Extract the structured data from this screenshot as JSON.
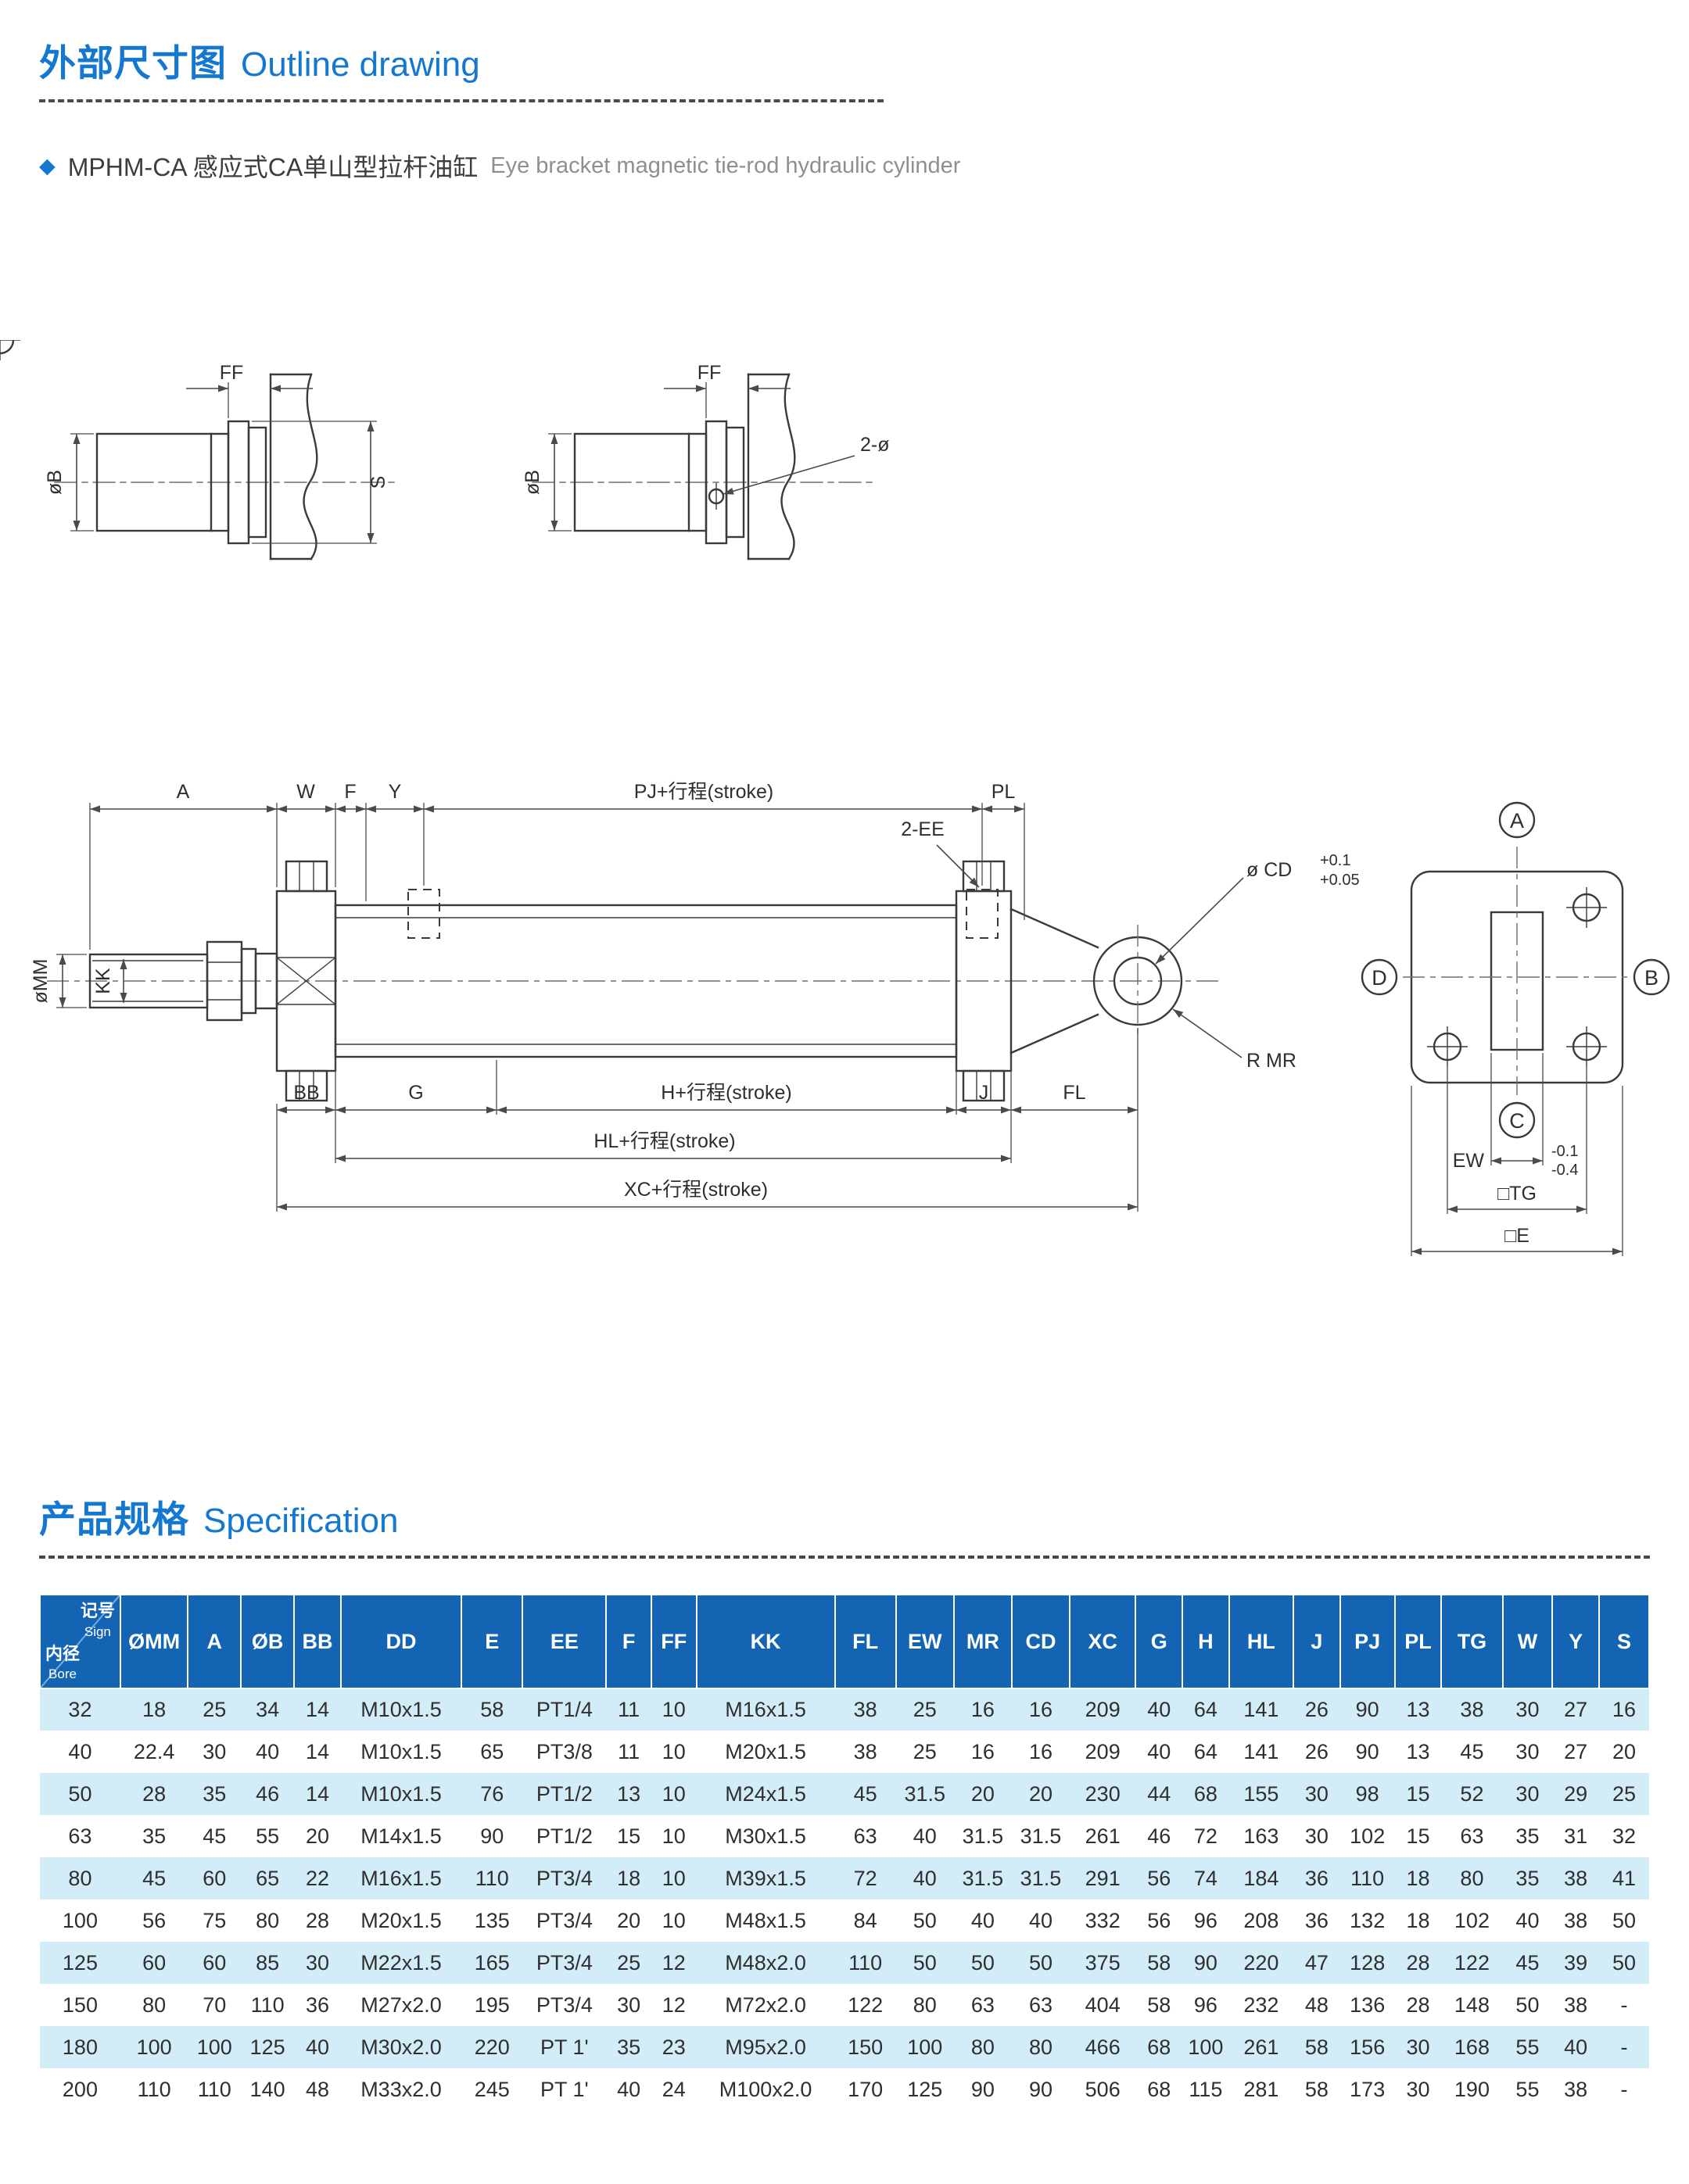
{
  "outline_section": {
    "title_zh": "外部尺寸图",
    "title_en": "Outline drawing",
    "bullet": "◆",
    "product_zh": "MPHM-CA 感应式CA单山型拉杆油缸",
    "product_en": "Eye bracket magnetic tie-rod hydraulic cylinder"
  },
  "spec_section": {
    "title_zh": "产品规格",
    "title_en": "Specification"
  },
  "drawings": {
    "rod_view_plain": {
      "ff": "FF",
      "ob": "øB",
      "s": "S"
    },
    "rod_view_hole": {
      "ff": "FF",
      "ob": "øB",
      "hole": "2-ø"
    },
    "main_view": {
      "a": "A",
      "w": "W",
      "f": "F",
      "y": "Y",
      "pj_stroke": "PJ+行程(stroke)",
      "pl": "PL",
      "ports": "2-EE",
      "cd": "ø CD",
      "cd_tol_upper": "+0.1",
      "cd_tol_lower": "+0.05",
      "mm": "øMM",
      "kk": "KK",
      "r_mr": "R MR",
      "bb": "BB",
      "g": "G",
      "h_stroke": "H+行程(stroke)",
      "j": "J",
      "fl": "FL",
      "hl_stroke": "HL+行程(stroke)",
      "xc_stroke": "XC+行程(stroke)"
    },
    "end_view": {
      "view_a": "A",
      "view_b": "B",
      "view_c": "C",
      "view_d": "D",
      "ew": "EW",
      "ew_tol_upper": "-0.1",
      "ew_tol_lower": "-0.4",
      "tg": "□TG",
      "e": "□E"
    }
  },
  "table": {
    "corner": {
      "sign_zh": "记号",
      "sign_en": "Sign",
      "bore_zh": "内径",
      "bore_en": "Bore"
    },
    "headers": [
      "ØMM",
      "A",
      "ØB",
      "BB",
      "DD",
      "E",
      "EE",
      "F",
      "FF",
      "KK",
      "FL",
      "EW",
      "MR",
      "CD",
      "XC",
      "G",
      "H",
      "HL",
      "J",
      "PJ",
      "PL",
      "TG",
      "W",
      "Y",
      "S"
    ],
    "rows": [
      [
        "32",
        "18",
        "25",
        "34",
        "14",
        "M10x1.5",
        "58",
        "PT1/4",
        "11",
        "10",
        "M16x1.5",
        "38",
        "25",
        "16",
        "16",
        "209",
        "40",
        "64",
        "141",
        "26",
        "90",
        "13",
        "38",
        "30",
        "27",
        "16"
      ],
      [
        "40",
        "22.4",
        "30",
        "40",
        "14",
        "M10x1.5",
        "65",
        "PT3/8",
        "11",
        "10",
        "M20x1.5",
        "38",
        "25",
        "16",
        "16",
        "209",
        "40",
        "64",
        "141",
        "26",
        "90",
        "13",
        "45",
        "30",
        "27",
        "20"
      ],
      [
        "50",
        "28",
        "35",
        "46",
        "14",
        "M10x1.5",
        "76",
        "PT1/2",
        "13",
        "10",
        "M24x1.5",
        "45",
        "31.5",
        "20",
        "20",
        "230",
        "44",
        "68",
        "155",
        "30",
        "98",
        "15",
        "52",
        "30",
        "29",
        "25"
      ],
      [
        "63",
        "35",
        "45",
        "55",
        "20",
        "M14x1.5",
        "90",
        "PT1/2",
        "15",
        "10",
        "M30x1.5",
        "63",
        "40",
        "31.5",
        "31.5",
        "261",
        "46",
        "72",
        "163",
        "30",
        "102",
        "15",
        "63",
        "35",
        "31",
        "32"
      ],
      [
        "80",
        "45",
        "60",
        "65",
        "22",
        "M16x1.5",
        "110",
        "PT3/4",
        "18",
        "10",
        "M39x1.5",
        "72",
        "40",
        "31.5",
        "31.5",
        "291",
        "56",
        "74",
        "184",
        "36",
        "110",
        "18",
        "80",
        "35",
        "38",
        "41"
      ],
      [
        "100",
        "56",
        "75",
        "80",
        "28",
        "M20x1.5",
        "135",
        "PT3/4",
        "20",
        "10",
        "M48x1.5",
        "84",
        "50",
        "40",
        "40",
        "332",
        "56",
        "96",
        "208",
        "36",
        "132",
        "18",
        "102",
        "40",
        "38",
        "50"
      ],
      [
        "125",
        "60",
        "60",
        "85",
        "30",
        "M22x1.5",
        "165",
        "PT3/4",
        "25",
        "12",
        "M48x2.0",
        "110",
        "50",
        "50",
        "50",
        "375",
        "58",
        "90",
        "220",
        "47",
        "128",
        "28",
        "122",
        "45",
        "39",
        "50"
      ],
      [
        "150",
        "80",
        "70",
        "110",
        "36",
        "M27x2.0",
        "195",
        "PT3/4",
        "30",
        "12",
        "M72x2.0",
        "122",
        "80",
        "63",
        "63",
        "404",
        "58",
        "96",
        "232",
        "48",
        "136",
        "28",
        "148",
        "50",
        "38",
        "-"
      ],
      [
        "180",
        "100",
        "100",
        "125",
        "40",
        "M30x2.0",
        "220",
        "PT 1'",
        "35",
        "23",
        "M95x2.0",
        "150",
        "100",
        "80",
        "80",
        "466",
        "68",
        "100",
        "261",
        "58",
        "156",
        "30",
        "168",
        "55",
        "40",
        "-"
      ],
      [
        "200",
        "110",
        "110",
        "140",
        "48",
        "M33x2.0",
        "245",
        "PT 1'",
        "40",
        "24",
        "M100x2.0",
        "170",
        "125",
        "90",
        "90",
        "506",
        "68",
        "115",
        "281",
        "58",
        "173",
        "30",
        "190",
        "55",
        "38",
        "-"
      ]
    ]
  },
  "colors": {
    "accent_blue": "#1478d0",
    "table_header_blue": "#1464b4",
    "row_tint_blue": "#d2ecf8",
    "line_color": "#3a3a3a"
  }
}
